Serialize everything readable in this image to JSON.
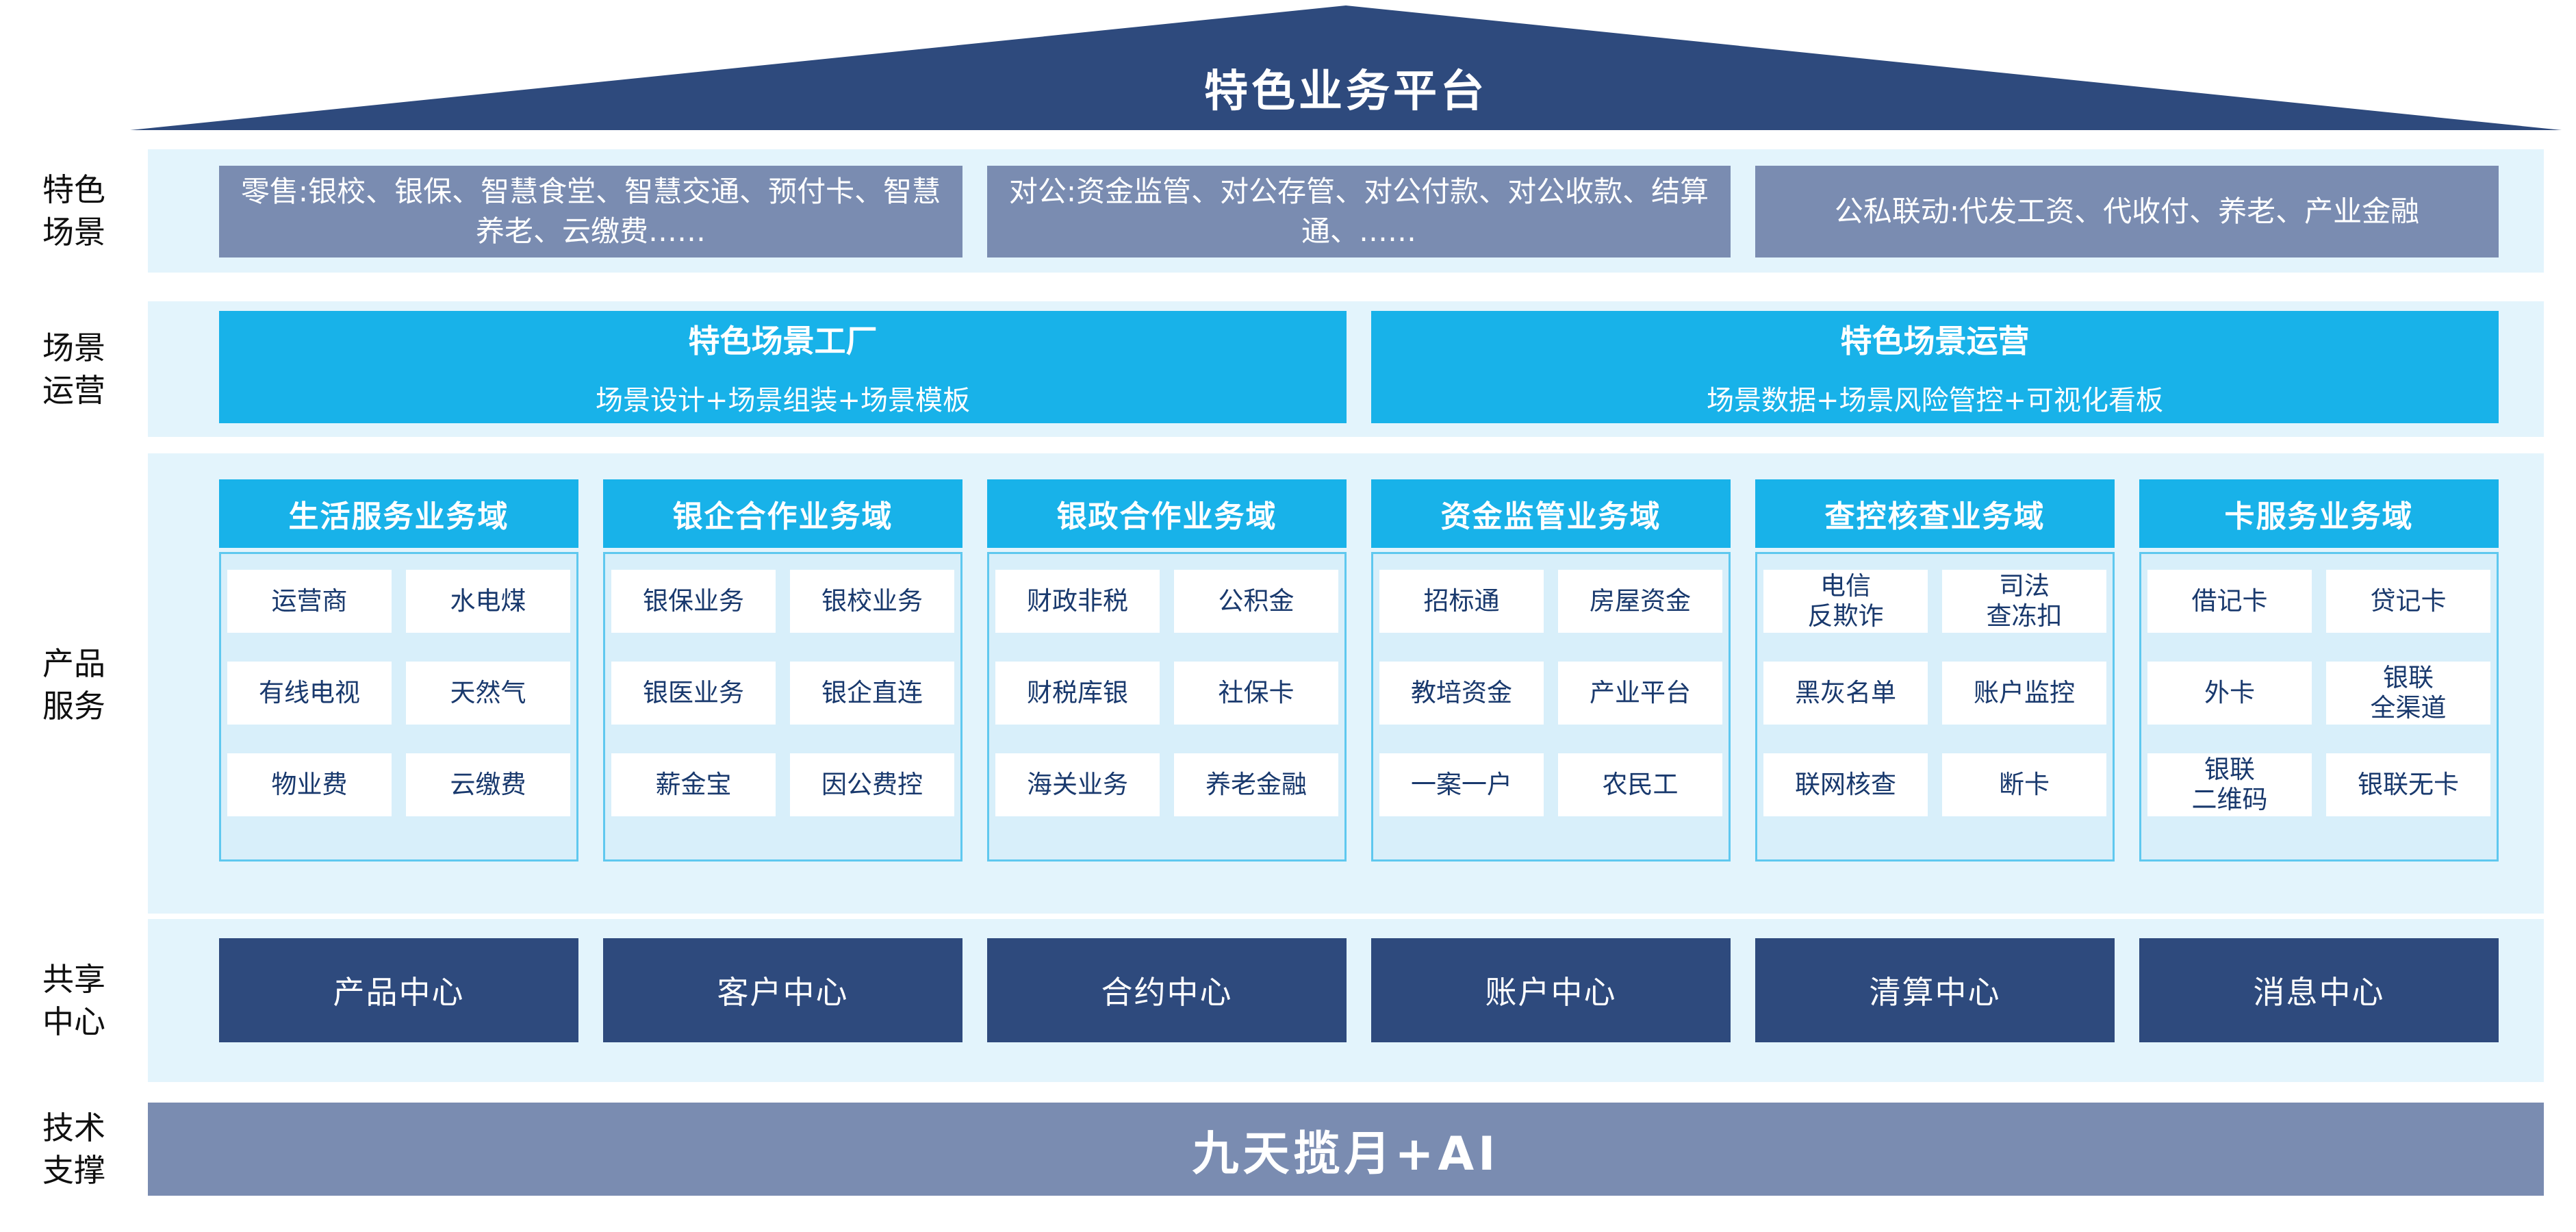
{
  "roof": {
    "title": "特色业务平台"
  },
  "side_labels": [
    "特色\n场景",
    "场景\n运营",
    "产品\n服务",
    "共享\n中心",
    "技术\n支撑"
  ],
  "scene_row": {
    "boxes": [
      "零售:银校、银保、智慧食堂、智慧交通、预付卡、智慧养老、云缴费……",
      "对公:资金监管、对公存管、对公付款、对公收款、结算通、……",
      "公私联动:代发工资、代收付、养老、产业金融"
    ]
  },
  "operation_row": {
    "boxes": [
      {
        "title": "特色场景工厂",
        "subtitle": "场景设计+场景组装+场景模板"
      },
      {
        "title": "特色场景运营",
        "subtitle": "场景数据+场景风险管控+可视化看板"
      }
    ]
  },
  "product_columns": [
    {
      "header": "生活服务业务域",
      "cells": [
        "运营商",
        "水电煤",
        "有线电视",
        "天然气",
        "物业费",
        "云缴费"
      ]
    },
    {
      "header": "银企合作业务域",
      "cells": [
        "银保业务",
        "银校业务",
        "银医业务",
        "银企直连",
        "薪金宝",
        "因公费控"
      ]
    },
    {
      "header": "银政合作业务域",
      "cells": [
        "财政非税",
        "公积金",
        "财税库银",
        "社保卡",
        "海关业务",
        "养老金融"
      ]
    },
    {
      "header": "资金监管业务域",
      "cells": [
        "招标通",
        "房屋资金",
        "教培资金",
        "产业平台",
        "一案一户",
        "农民工"
      ]
    },
    {
      "header": "查控核查业务域",
      "cells": [
        "电信\n反欺诈",
        "司法\n查冻扣",
        "黑灰名单",
        "账户监控",
        "联网核查",
        "断卡"
      ]
    },
    {
      "header": "卡服务业务域",
      "cells": [
        "借记卡",
        "贷记卡",
        "外卡",
        "银联\n全渠道",
        "银联\n二维码",
        "银联无卡"
      ]
    }
  ],
  "share_row": [
    "产品中心",
    "客户中心",
    "合约中心",
    "账户中心",
    "清算中心",
    "消息中心"
  ],
  "tech_row": {
    "label": "九天揽月+AI"
  },
  "colors": {
    "navy": "#2E4A7D",
    "slate": "#7A8CB1",
    "cyan": "#18B2E9",
    "band": "#E3F4FC",
    "column_body": "#D8EFFA",
    "cell_text": "#19396D"
  }
}
